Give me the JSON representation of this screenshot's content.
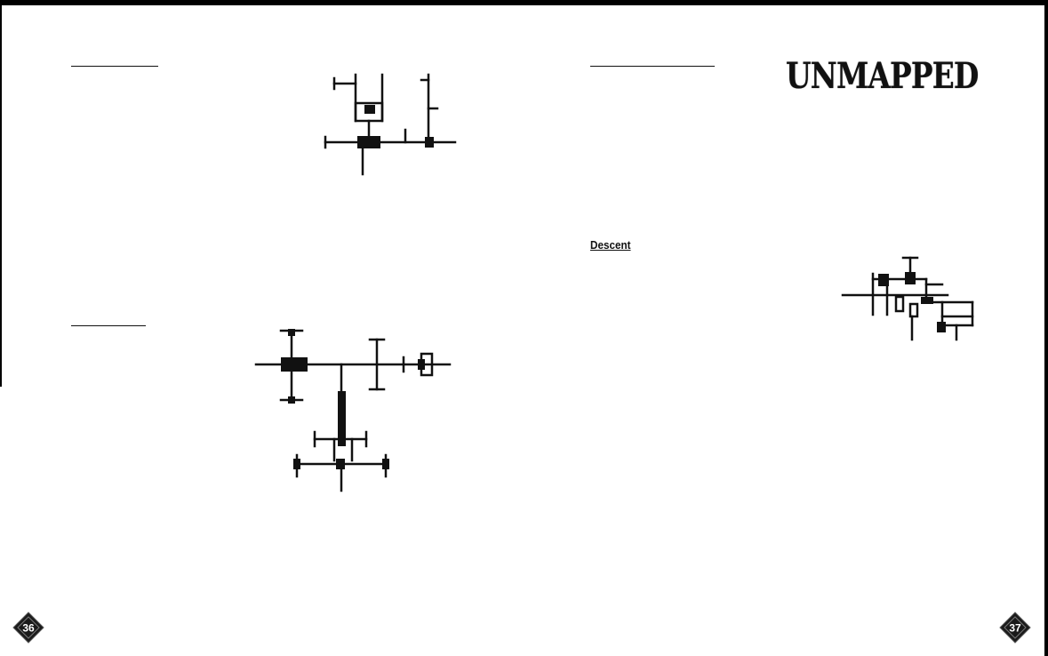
{
  "page": {
    "heading": "UNMAPPED",
    "section_label": "Descent",
    "page_left": "36",
    "page_right": "37"
  },
  "maps": [
    {
      "name": "map-top-left-area"
    },
    {
      "name": "map-middle-left-area"
    },
    {
      "name": "map-descent-area"
    }
  ],
  "colors": {
    "ink": "#111111",
    "paper": "#ffffff",
    "badge": "#1a1a1a"
  },
  "icons": [
    "diamond-page-marker-icon"
  ]
}
